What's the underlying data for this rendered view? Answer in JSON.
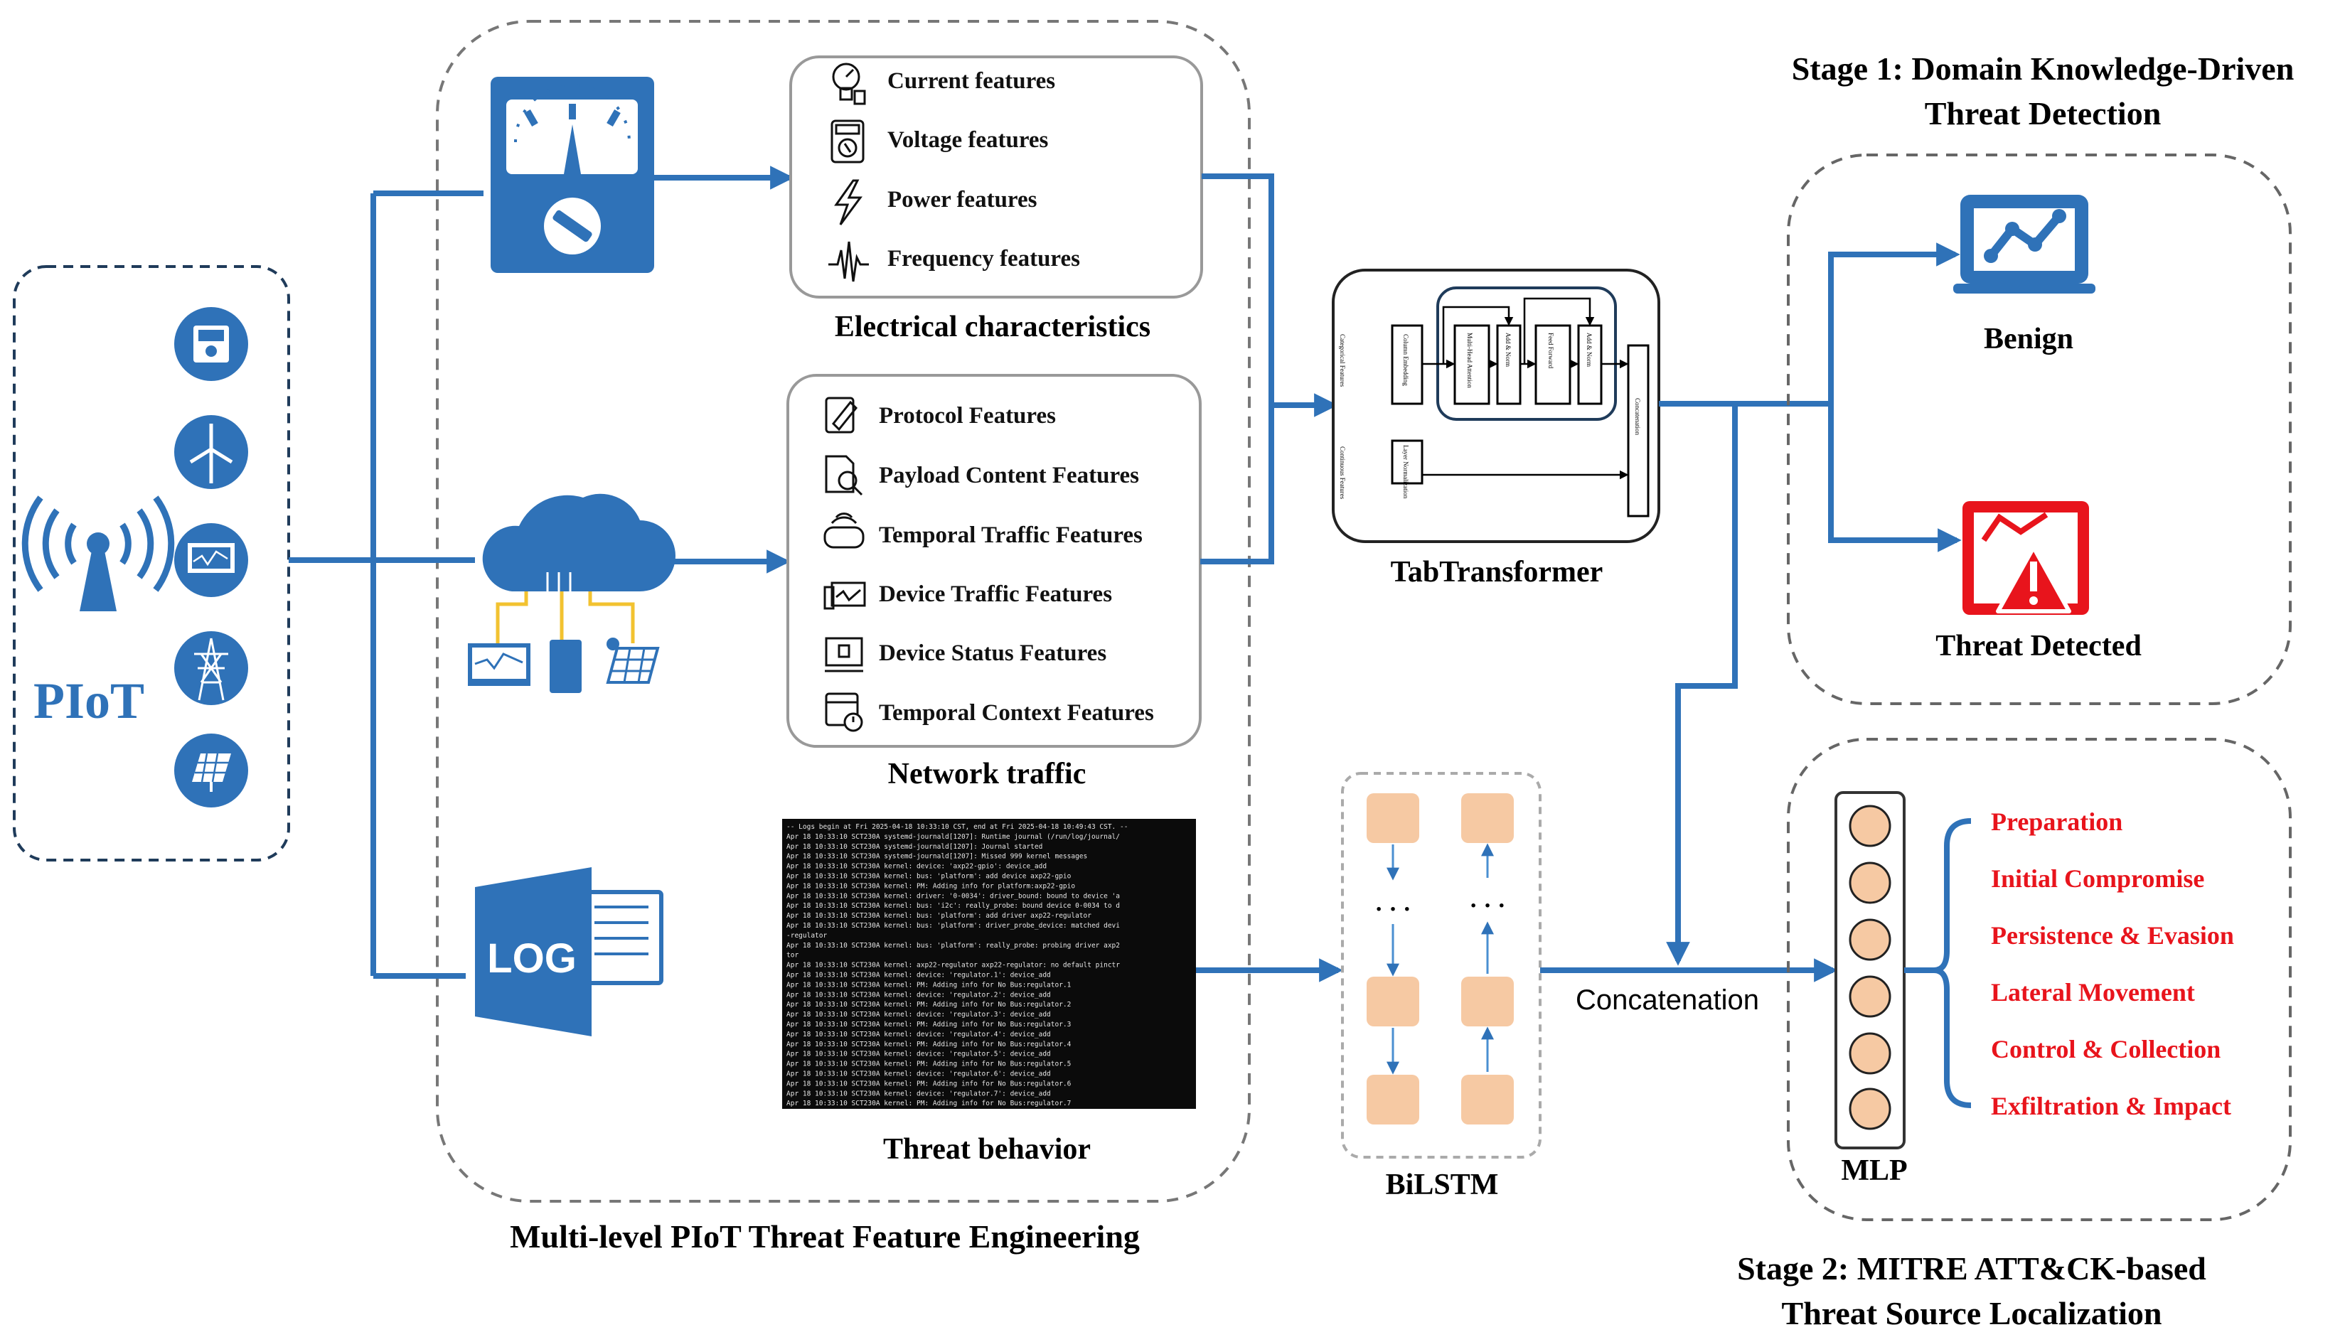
{
  "piot": {
    "label": "PIoT"
  },
  "feature_engineering": {
    "title": "Multi-level PIoT Threat Feature Engineering",
    "electrical": {
      "label": "Electrical characteristics",
      "features": [
        "Current features",
        "Voltage features",
        "Power features",
        "Frequency features"
      ]
    },
    "network": {
      "label": "Network traffic",
      "features": [
        "Protocol Features",
        "Payload Content Features",
        "Temporal Traffic Features",
        "Device Traffic Features",
        "Device Status Features",
        "Temporal Context Features"
      ]
    },
    "threat": {
      "label": "Threat behavior",
      "log_icon_text": "LOG",
      "log_lines": [
        "-- Logs begin at Fri 2025-04-18 10:33:10 CST, end at Fri 2025-04-18 10:49:43 CST. --",
        "Apr 18 10:33:10 SCT230A systemd-journald[1207]: Runtime journal (/run/log/journal/",
        "Apr 18 10:33:10 SCT230A systemd-journald[1207]: Journal started",
        "Apr 18 10:33:10 SCT230A systemd-journald[1207]: Missed 999 kernel messages",
        "Apr 18 10:33:10 SCT230A kernel: device: 'axp22-gpio': device_add",
        "Apr 18 10:33:10 SCT230A kernel: bus: 'platform': add device axp22-gpio",
        "Apr 18 10:33:10 SCT230A kernel: PM: Adding info for platform:axp22-gpio",
        "Apr 18 10:33:10 SCT230A kernel: driver: '0-0034': driver_bound: bound to device 'a",
        "Apr 18 10:33:10 SCT230A kernel: bus: 'i2c': really_probe: bound device 0-0034 to d",
        "Apr 18 10:33:10 SCT230A kernel: bus: 'platform': add driver axp22-regulator",
        "Apr 18 10:33:10 SCT230A kernel: bus: 'platform': driver_probe_device: matched devi",
        "-regulator",
        "Apr 18 10:33:10 SCT230A kernel: bus: 'platform': really_probe: probing driver axp2",
        "tor",
        "Apr 18 10:33:10 SCT230A kernel: axp22-regulator axp22-regulator: no default pinctr",
        "Apr 18 10:33:10 SCT230A kernel: device: 'regulator.1': device_add",
        "Apr 18 10:33:10 SCT230A kernel: PM: Adding info for No Bus:regulator.1",
        "Apr 18 10:33:10 SCT230A kernel: device: 'regulator.2': device_add",
        "Apr 18 10:33:10 SCT230A kernel: PM: Adding info for No Bus:regulator.2",
        "Apr 18 10:33:10 SCT230A kernel: device: 'regulator.3': device_add",
        "Apr 18 10:33:10 SCT230A kernel: PM: Adding info for No Bus:regulator.3",
        "Apr 18 10:33:10 SCT230A kernel: device: 'regulator.4': device_add",
        "Apr 18 10:33:10 SCT230A kernel: PM: Adding info for No Bus:regulator.4",
        "Apr 18 10:33:10 SCT230A kernel: device: 'regulator.5': device_add",
        "Apr 18 10:33:10 SCT230A kernel: PM: Adding info for No Bus:regulator.5",
        "Apr 18 10:33:10 SCT230A kernel: device: 'regulator.6': device_add",
        "Apr 18 10:33:10 SCT230A kernel: PM: Adding info for No Bus:regulator.6",
        "Apr 18 10:33:10 SCT230A kernel: device: 'regulator.7': device_add",
        "Apr 18 10:33:10 SCT230A kernel: PM: Adding info for No Bus:regulator.7"
      ]
    }
  },
  "tabtransformer": {
    "label": "TabTransformer",
    "inner": {
      "categorical": "Categorical Features",
      "column_embedding": "Column Embedding",
      "mha": "Multi-Head Attention",
      "addnorm1": "Add & Norm",
      "feed_forward": "Feed Forward",
      "addnorm2": "Add & Norm",
      "concatenation": "Concatenation",
      "continuous": "Continuous Features",
      "layer_norm": "Layer Normalization"
    }
  },
  "bilstm": {
    "label": "BiLSTM",
    "ellipsis": "· · ·"
  },
  "concatenation_label": "Concatenation",
  "stage1": {
    "title_line1": "Stage 1:  Domain Knowledge-Driven",
    "title_line2": "Threat Detection",
    "benign": "Benign",
    "threat_detected": "Threat Detected"
  },
  "stage2": {
    "title_line1": "Stage 2:  MITRE ATT&CK-based",
    "title_line2": "Threat Source Localization",
    "mlp": "MLP",
    "tactics": [
      "Preparation",
      "Initial Compromise",
      "Persistence & Evasion",
      "Lateral Movement",
      "Control & Collection",
      "Exfiltration & Impact"
    ]
  },
  "colors": {
    "blue": "#2f72b8",
    "dashed_border": "#666666",
    "red": "#e8141c",
    "lstm_cell": "#f6c9a3",
    "mlp_node": "#f6c9a3",
    "wire": "#f2c230"
  }
}
